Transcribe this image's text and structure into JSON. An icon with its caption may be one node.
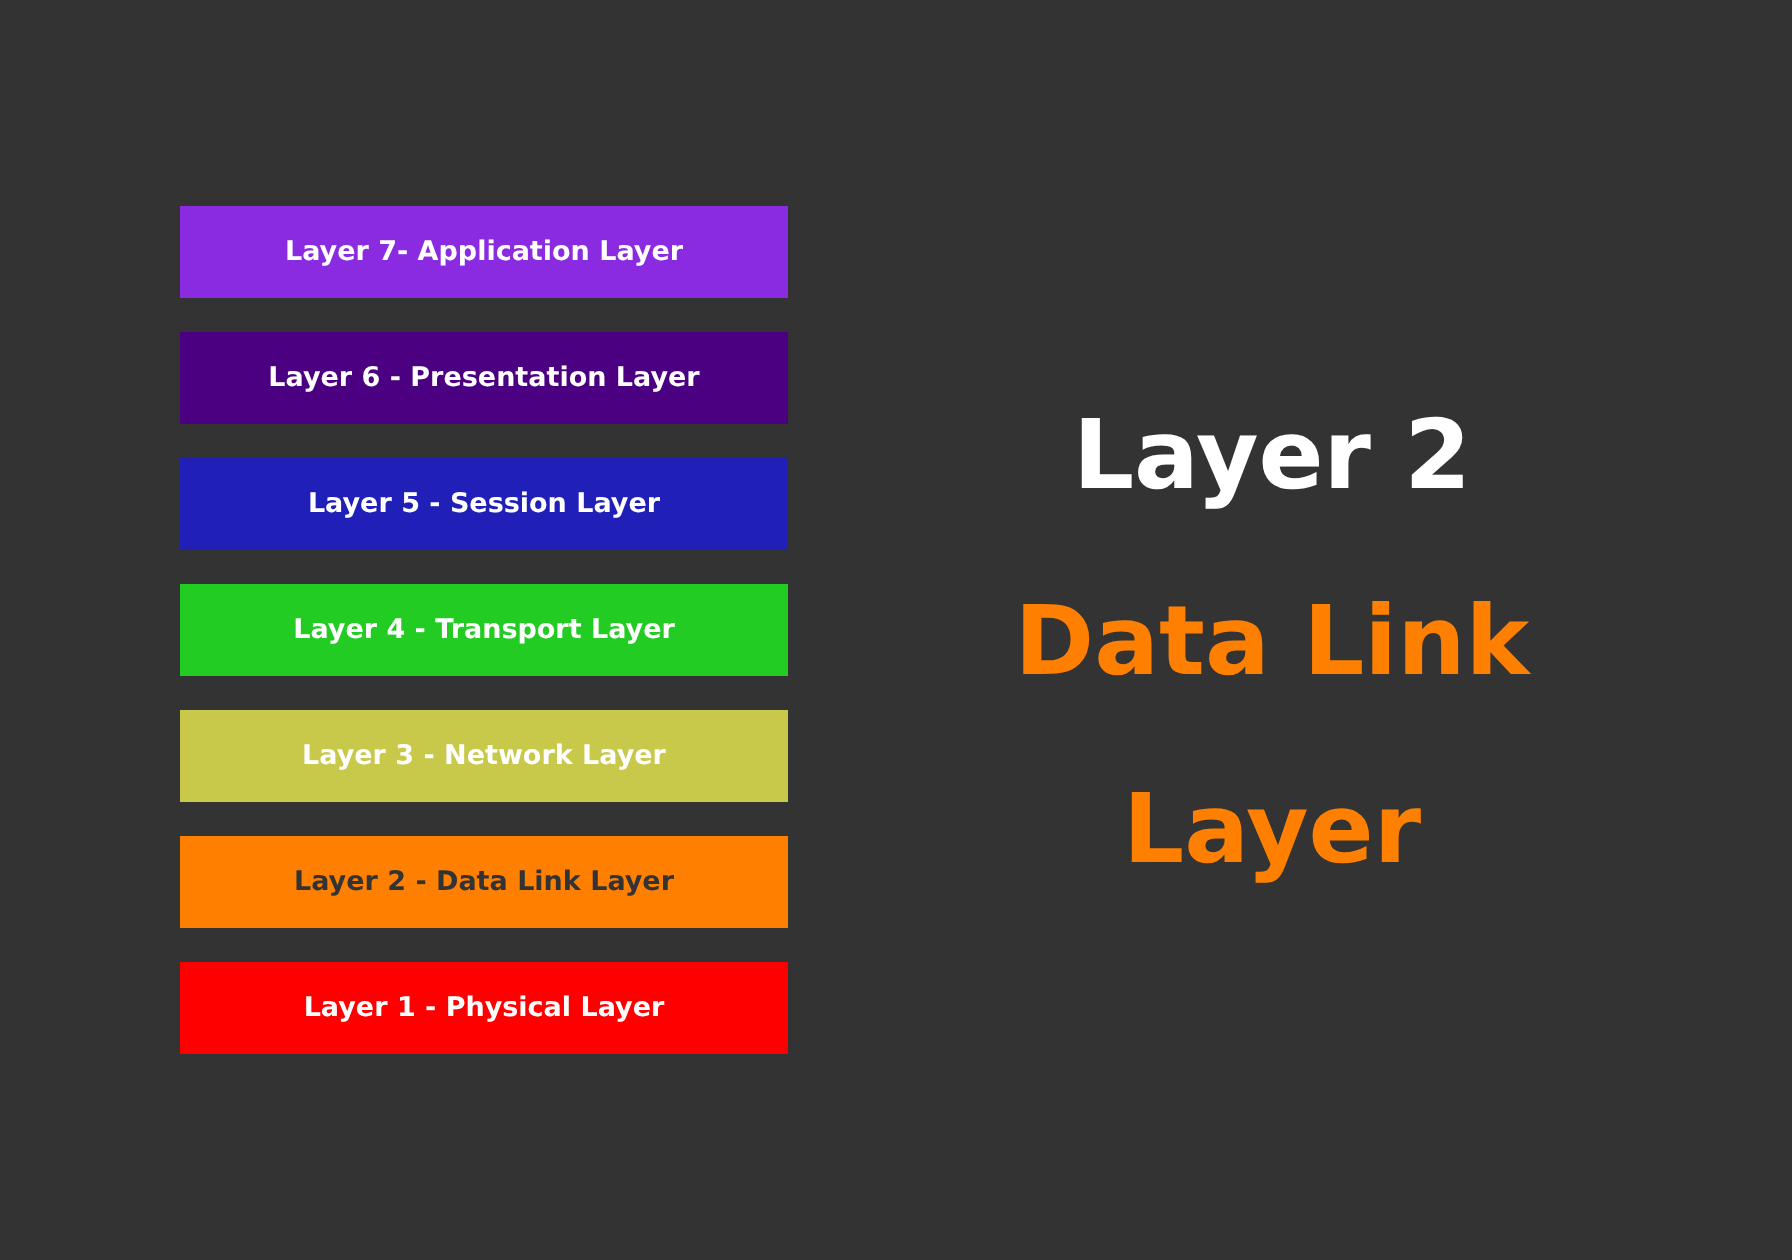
{
  "diagram": {
    "nodes": [
      {
        "text": [
          "Layer 7- Application Layer"
        ]
      },
      {
        "text": [
          "Layer 6 - Presentation Layer"
        ]
      },
      {
        "text": [
          "Layer 5 - Session Layer"
        ]
      },
      {
        "text": [
          "Layer 4 - Transport Layer"
        ]
      },
      {
        "text": [
          "Layer 3 - Network Layer"
        ]
      },
      {
        "text": [
          "Layer 2 - Data Link Layer"
        ]
      },
      {
        "text": [
          "Layer 1 - Physical Layer"
        ]
      }
    ],
    "labels": [
      "Layer 2",
      "Data Link Layer"
    ]
  }
}
